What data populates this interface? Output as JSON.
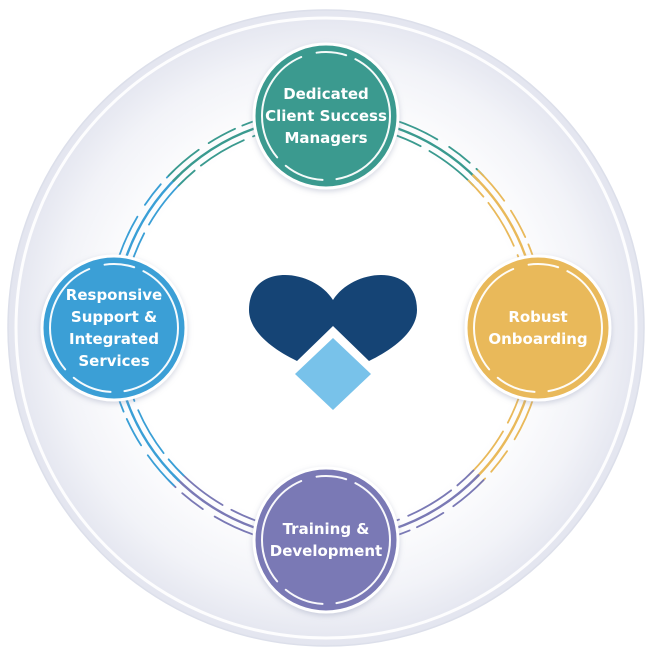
{
  "nodes": [
    {
      "id": "top",
      "lines": [
        "Dedicated",
        "Client Success",
        "Managers"
      ],
      "color": "#3a9a8f"
    },
    {
      "id": "right",
      "lines": [
        "Robust",
        "Onboarding"
      ],
      "color": "#e9b95a"
    },
    {
      "id": "bottom",
      "lines": [
        "Training &",
        "Development"
      ],
      "color": "#7a79b5"
    },
    {
      "id": "left",
      "lines": [
        "Responsive",
        "Support &",
        "Integrated",
        "Services"
      ],
      "color": "#3a9fd6"
    }
  ],
  "center_icon": {
    "name": "heart-diamond-logo",
    "heart_color": "#154475",
    "diamond_color": "#78c2ea"
  },
  "background": {
    "outer_fill": "#eef0f7",
    "inner_fill": "#ffffff",
    "rim": "#d9dcea"
  }
}
